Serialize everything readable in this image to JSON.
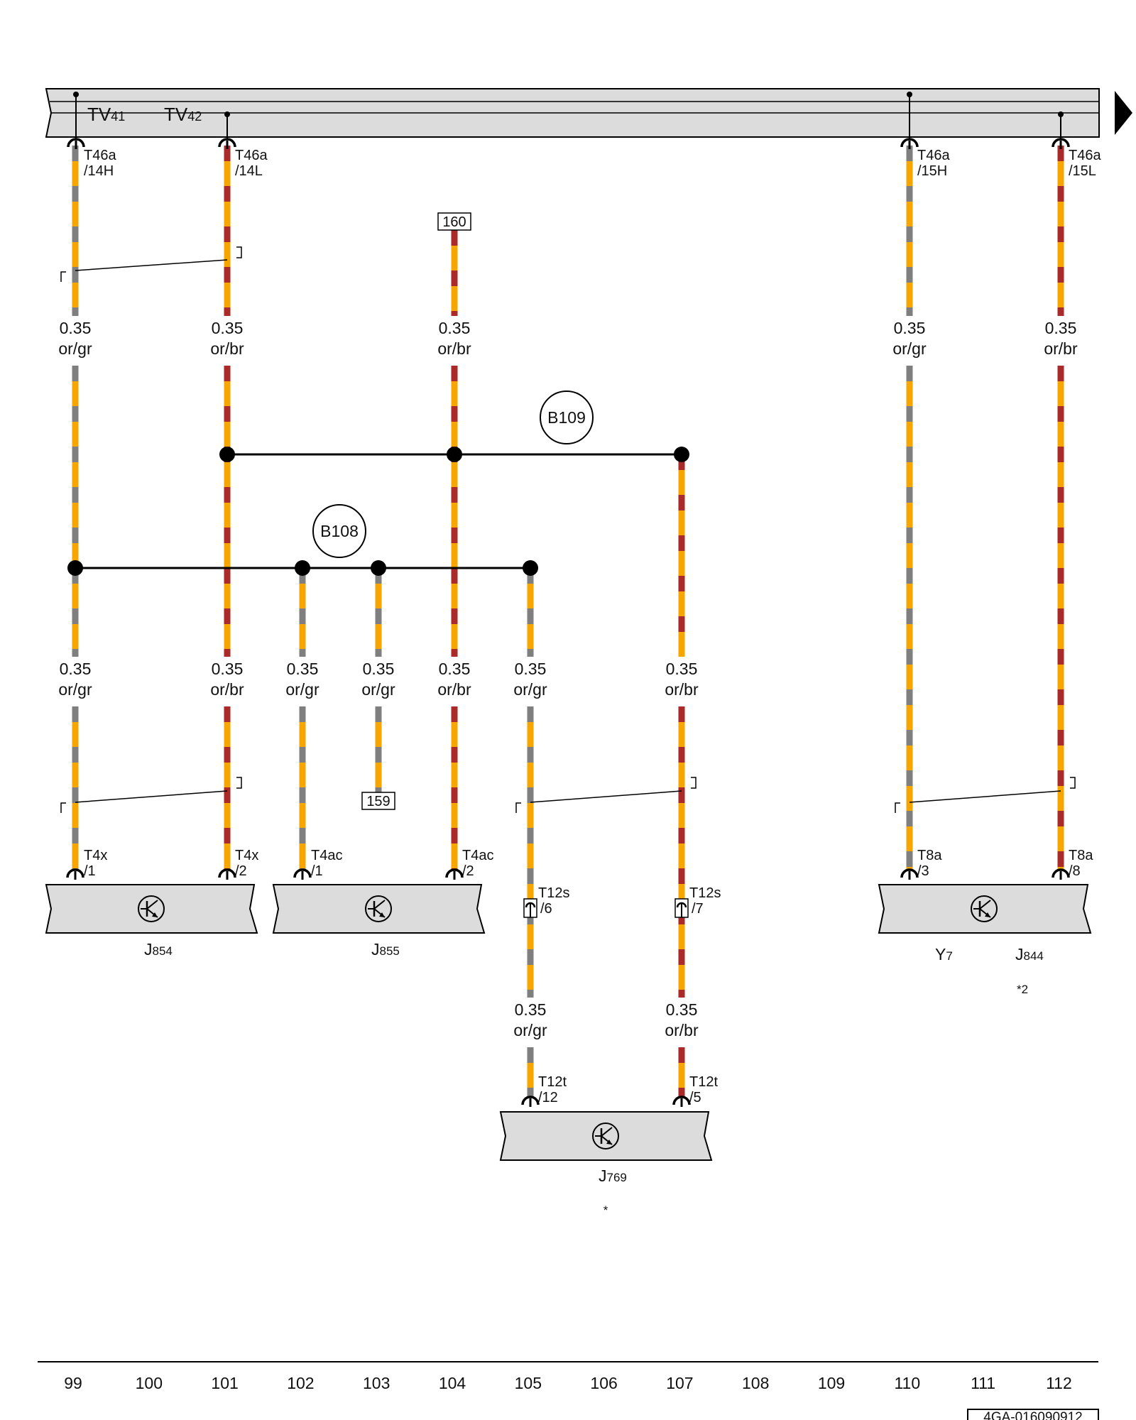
{
  "bus": {
    "labels": [
      {
        "main": "TV",
        "sub": "41"
      },
      {
        "main": "TV",
        "sub": "42"
      }
    ]
  },
  "colors": {
    "orange": "#f7a600",
    "grey": "#7f7f7f",
    "brown": "#aa2a2a",
    "bus_fill": "#dcdcdc"
  },
  "connectors": {
    "t46a_14h": [
      "T46a",
      "/14H"
    ],
    "t46a_14l": [
      "T46a",
      "/14L"
    ],
    "t46a_15h": [
      "T46a",
      "/15H"
    ],
    "t46a_15l": [
      "T46a",
      "/15L"
    ],
    "t4x_1": [
      "T4x",
      "/1"
    ],
    "t4x_2": [
      "T4x",
      "/2"
    ],
    "t4ac_1": [
      "T4ac",
      "/1"
    ],
    "t4ac_2": [
      "T4ac",
      "/2"
    ],
    "t12s_6": [
      "T12s",
      "/6"
    ],
    "t12s_7": [
      "T12s",
      "/7"
    ],
    "t8a_3": [
      "T8a",
      "/3"
    ],
    "t8a_8": [
      "T8a",
      "/8"
    ],
    "t12t_12": [
      "T12t",
      "/12"
    ],
    "t12t_5": [
      "T12t",
      "/5"
    ]
  },
  "wire_gauge": "0.35",
  "wire_colors": {
    "or_gr": "or/gr",
    "or_br": "or/br"
  },
  "refs": {
    "r160": "160",
    "r159": "159"
  },
  "splices": {
    "b109": "B109",
    "b108": "B108"
  },
  "components": {
    "j854": {
      "letter": "J",
      "num": "854"
    },
    "j855": {
      "letter": "J",
      "num": "855"
    },
    "j769": {
      "letter": "J",
      "num": "769",
      "note": "*"
    },
    "y7": {
      "letter": "Y",
      "num": "7"
    },
    "j844": {
      "letter": "J",
      "num": "844",
      "note": "*2"
    }
  },
  "grid_numbers": [
    "99",
    "100",
    "101",
    "102",
    "103",
    "104",
    "105",
    "106",
    "107",
    "108",
    "109",
    "110",
    "111",
    "112"
  ],
  "diagram_id": "4GA-016090912"
}
